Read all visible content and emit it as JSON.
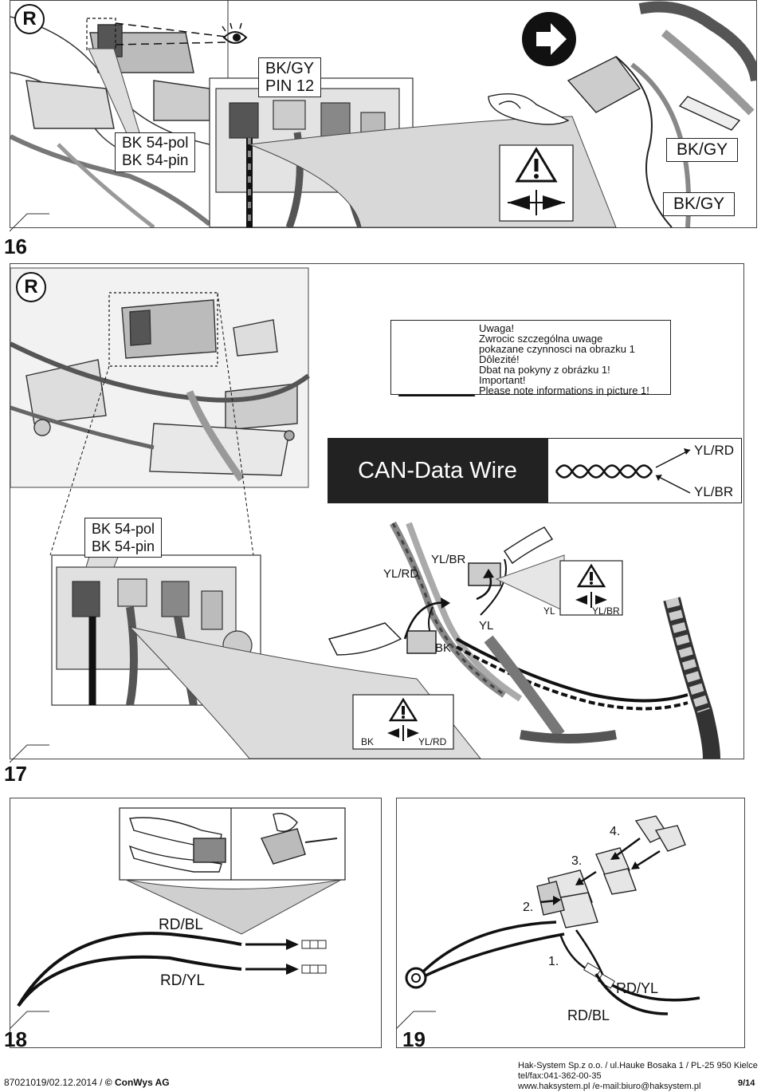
{
  "step16": {
    "number": "16",
    "region_mark": "R",
    "label_bk54": [
      "BK 54-pol",
      "BK 54-pin"
    ],
    "label_pin": [
      "BK/GY",
      "PIN 12"
    ],
    "wire_label_1": "BK/GY",
    "wire_label_2": "BK/GY"
  },
  "step17": {
    "number": "17",
    "region_mark": "R",
    "warning": {
      "lines": [
        "Uwaga!",
        "Zwrocic szczególna uwage",
        "pokazane czynnosci na obrazku 1",
        "Dôlezité!",
        "Dbat na pokyny z obrázku 1!",
        "Important!",
        "Please note informations in picture 1!"
      ]
    },
    "can_title": "CAN-Data Wire",
    "can_wire_1": "YL/RD",
    "can_wire_2": "YL/BR",
    "label_bk54": [
      "BK 54-pol",
      "BK 54-pin"
    ],
    "twist_labels": {
      "left": "YL/RD",
      "right": "YL/BR"
    },
    "yl_label": "YL",
    "bk_label": "BK",
    "crimp_top": {
      "left": "YL",
      "right": "YL/BR"
    },
    "crimp_bottom": {
      "left": "BK",
      "right": "YL/RD"
    }
  },
  "step18": {
    "number": "18",
    "wire_1": "RD/BL",
    "wire_2": "RD/YL"
  },
  "step19": {
    "number": "19",
    "steps": [
      "1.",
      "2.",
      "3.",
      "4."
    ],
    "wire_1": "RD/YL",
    "wire_2": "RD/BL"
  },
  "footer": {
    "doc_code": "87021019/02.12.2014 /",
    "copyright": "© ConWys AG",
    "company": "Hak-System Sp.z o.o. / ul.Hauke Bosaka 1 / PL-25 950 Kielce",
    "tel": "tel/fax:041-362-00-35",
    "web": "www.haksystem.pl /e-mail:biuro@haksystem.pl",
    "page": "9/14"
  }
}
